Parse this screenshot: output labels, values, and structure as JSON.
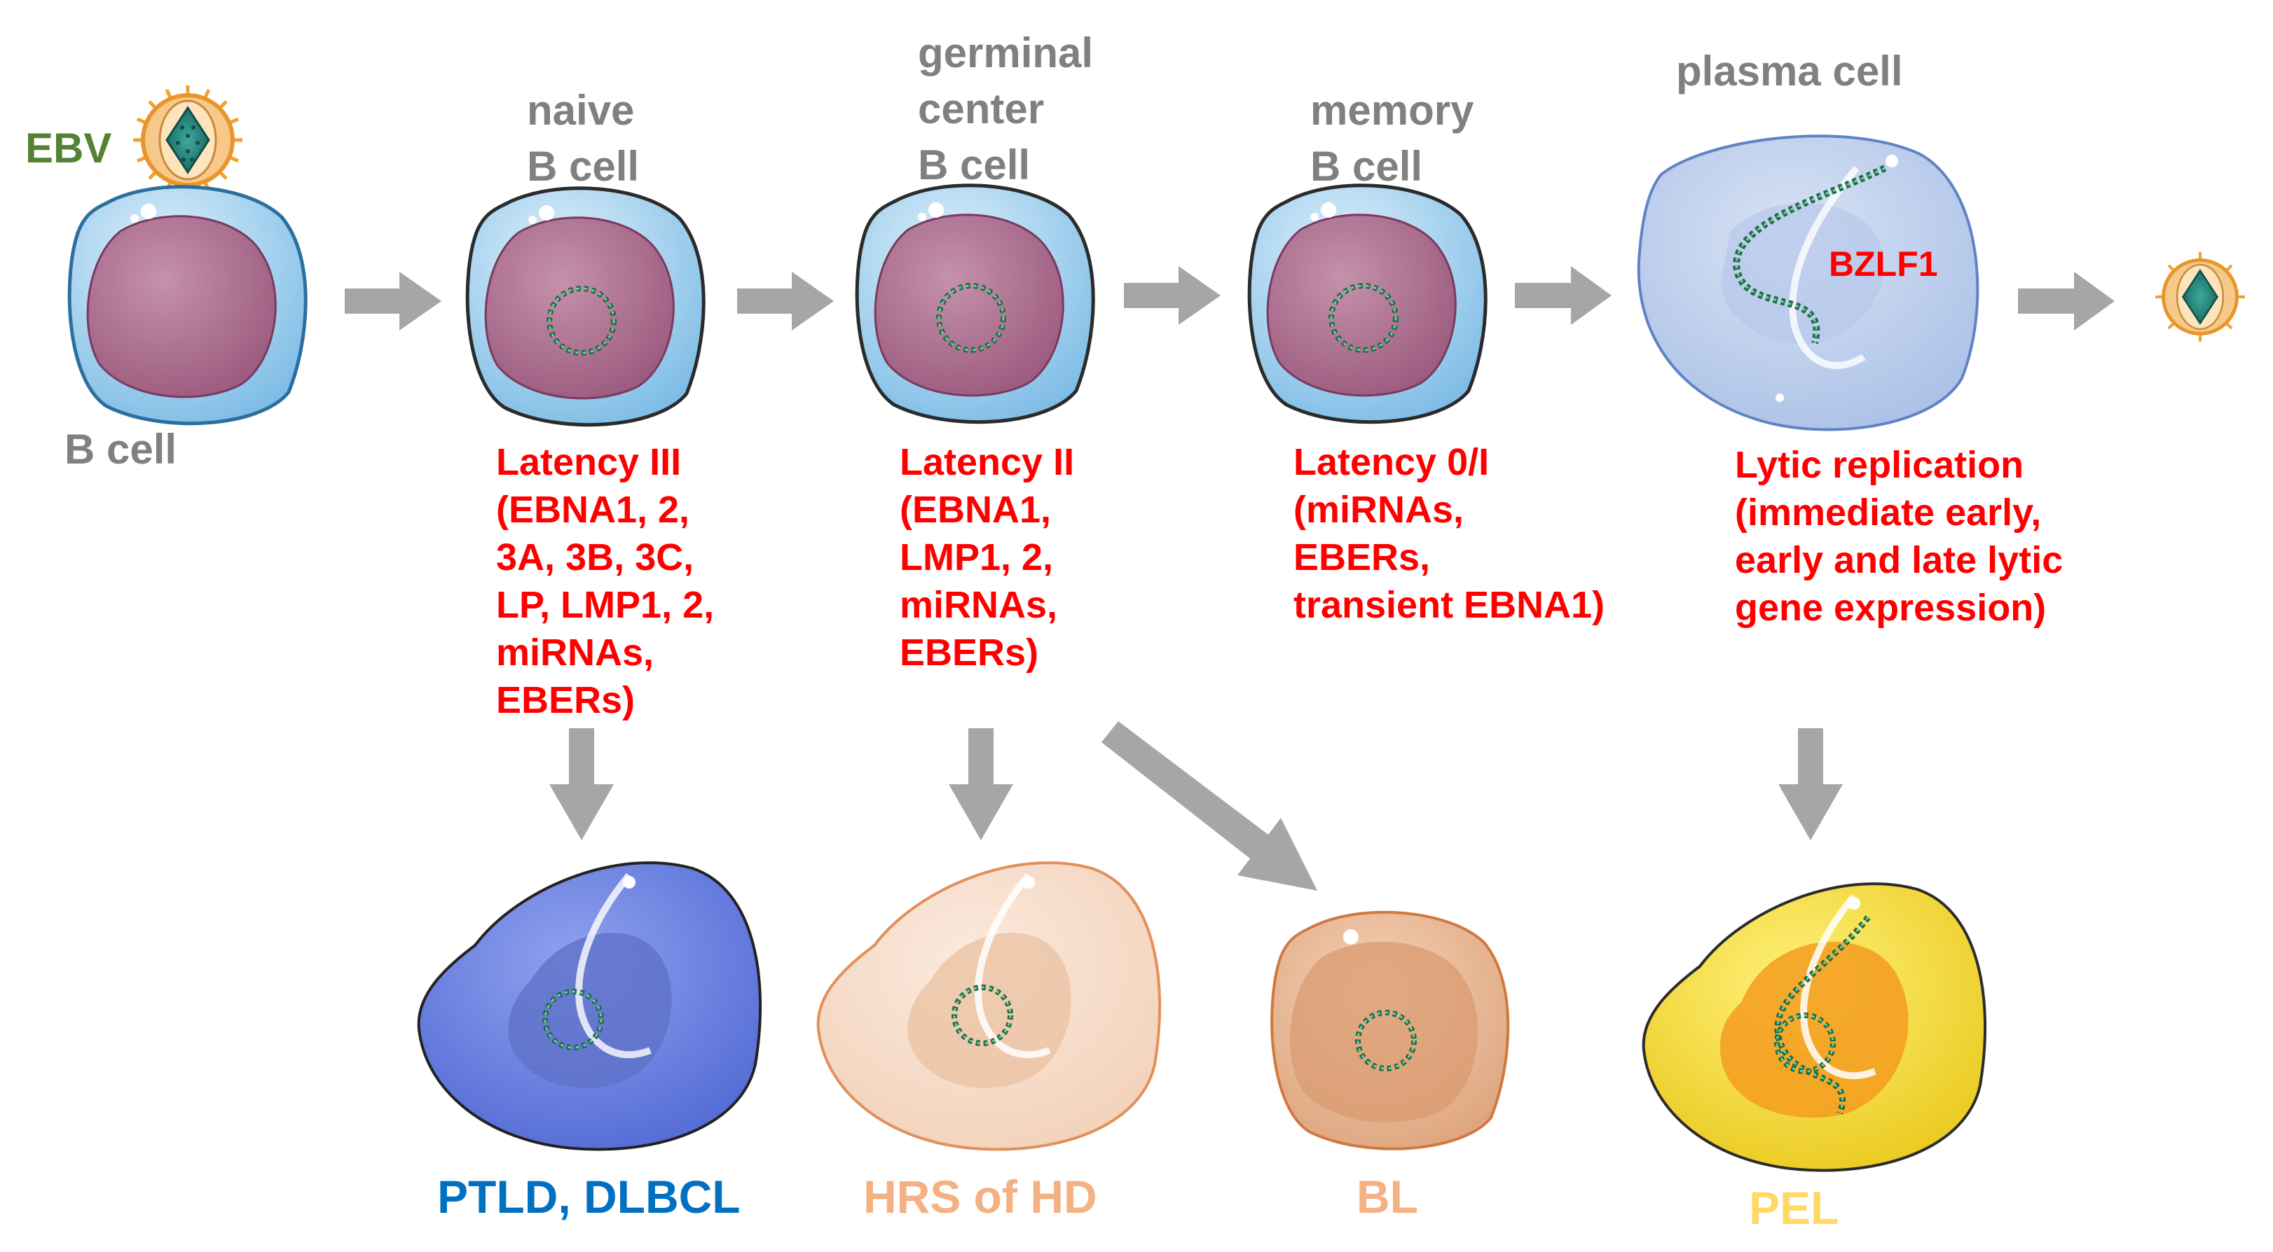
{
  "virus_label": "EBV",
  "colors": {
    "virus_label": "#548235",
    "stage_label": "#808080",
    "latency_text": "#ff0000",
    "arrow": "#a6a6a6",
    "PTLD_DLBCL": "#0070c0",
    "HRS_of_HD": "#f4b183",
    "BL": "#f4b183",
    "PEL": "#ffd966"
  },
  "stages": [
    {
      "id": "b-cell",
      "lines": [
        "B cell"
      ]
    },
    {
      "id": "naive",
      "lines": [
        "naive",
        "B cell"
      ]
    },
    {
      "id": "germinal",
      "lines": [
        "germinal",
        "center",
        "B cell"
      ]
    },
    {
      "id": "memory",
      "lines": [
        "memory",
        "B cell"
      ]
    },
    {
      "id": "plasma",
      "lines": [
        "plasma cell"
      ]
    }
  ],
  "lytic_gene": "BZLF1",
  "latency": [
    {
      "id": "latency-3",
      "lines": [
        "Latency III",
        "(EBNA1, 2,",
        "3A, 3B, 3C,",
        "LP, LMP1, 2,",
        "miRNAs,",
        "EBERs)"
      ]
    },
    {
      "id": "latency-2",
      "lines": [
        "Latency II",
        "(EBNA1,",
        "LMP1, 2,",
        "miRNAs,",
        "EBERs)"
      ]
    },
    {
      "id": "latency-0",
      "lines": [
        "Latency 0/I",
        "(miRNAs,",
        "EBERs,",
        "transient EBNA1)"
      ]
    },
    {
      "id": "lytic",
      "lines": [
        "Lytic replication",
        "(immediate early,",
        "early and late lytic",
        "gene expression)"
      ]
    }
  ],
  "diseases": [
    {
      "id": "ptld",
      "label": "PTLD, DLBCL"
    },
    {
      "id": "hrs",
      "label": "HRS of HD"
    },
    {
      "id": "bl",
      "label": "BL"
    },
    {
      "id": "pel",
      "label": "PEL"
    }
  ]
}
